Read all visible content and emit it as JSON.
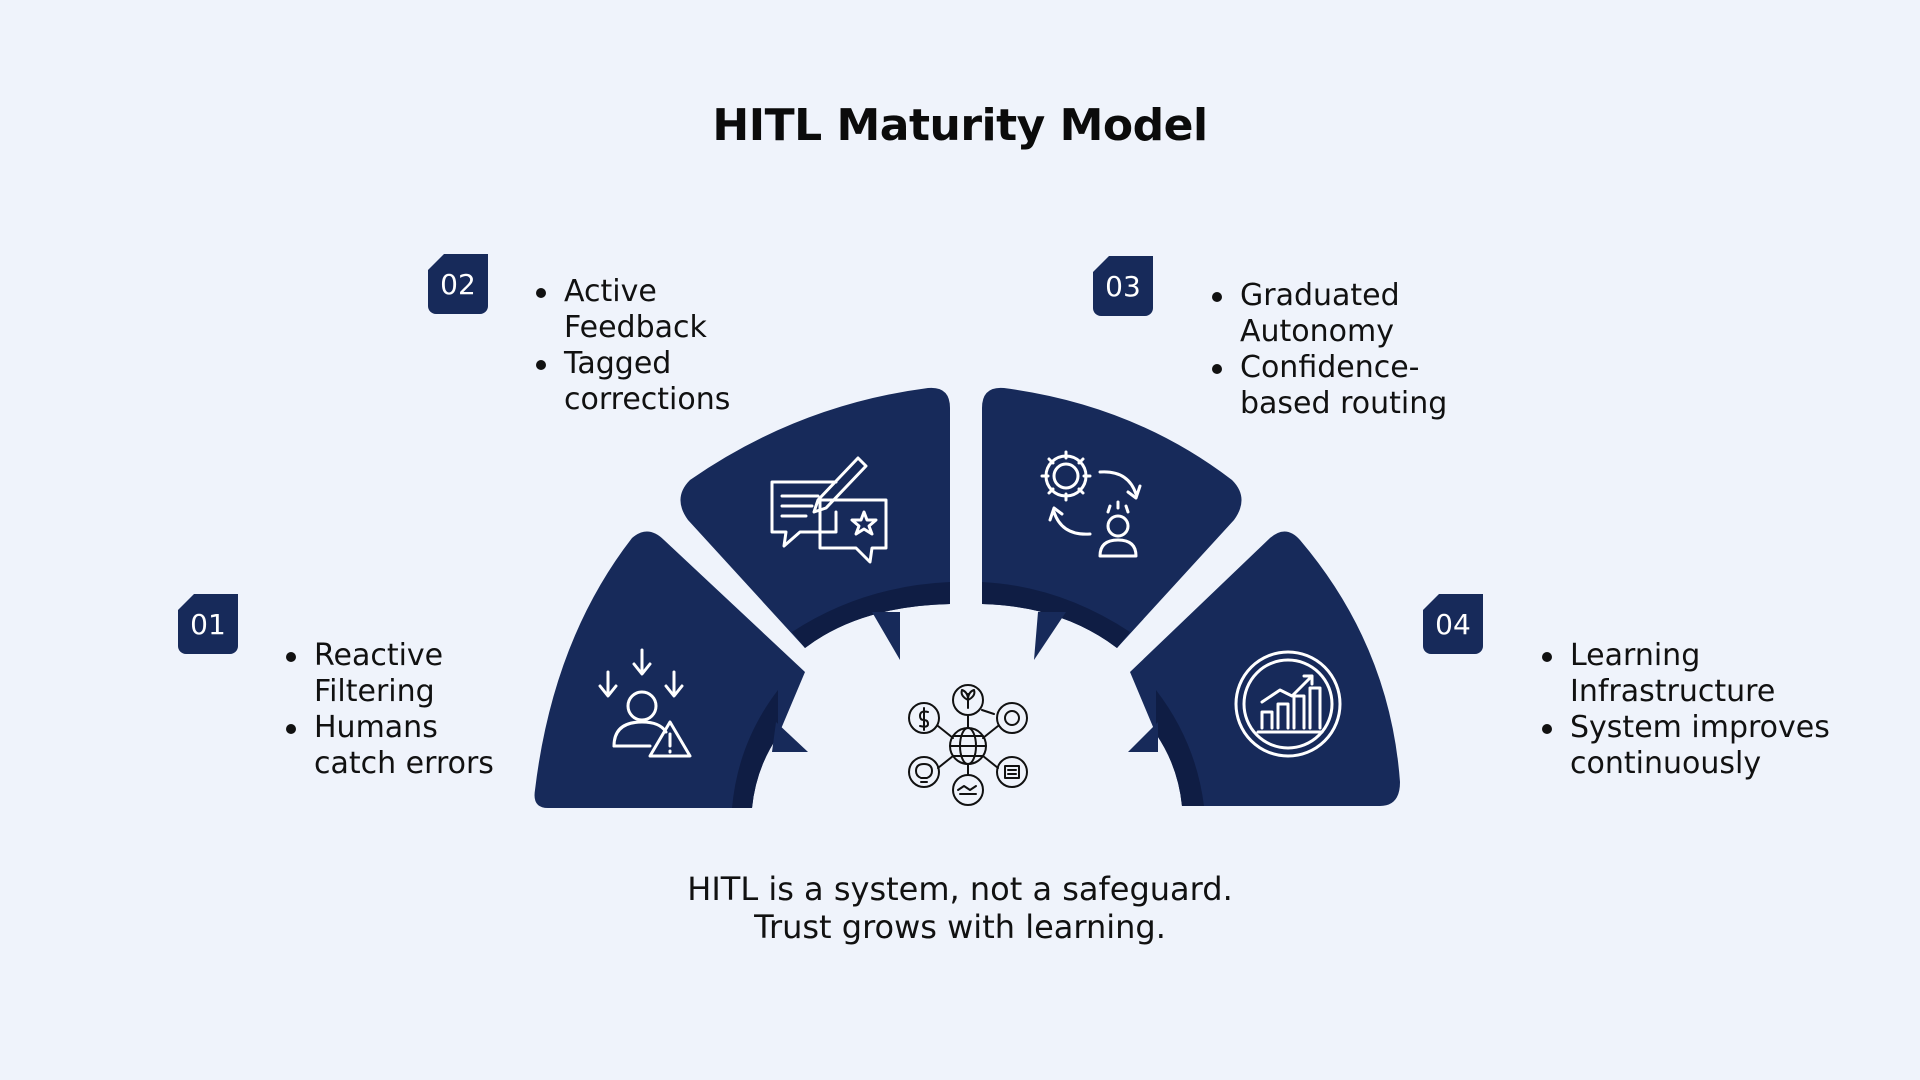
{
  "title": "HITL Maturity Model",
  "colors": {
    "background": "#eff3fb",
    "segment": "#172a5a",
    "segment_dark": "#0f1d44",
    "icon_stroke": "#ffffff"
  },
  "stages": [
    {
      "number": "01",
      "icon": "user-with-down-arrows-and-warning-icon",
      "bullets": [
        "Reactive Filtering",
        "Humans catch errors"
      ],
      "lines": [
        [
          "Reactive",
          "Filtering"
        ],
        [
          "Humans",
          "catch errors"
        ]
      ]
    },
    {
      "number": "02",
      "icon": "chat-feedback-with-pen-and-star-icon",
      "bullets": [
        "Active Feedback",
        "Tagged corrections"
      ],
      "lines": [
        [
          "Active",
          "Feedback"
        ],
        [
          "Tagged",
          "corrections"
        ]
      ]
    },
    {
      "number": "03",
      "icon": "gear-cycle-person-stars-icon",
      "bullets": [
        "Graduated Autonomy",
        "Confidence-based routing"
      ],
      "lines": [
        [
          "Graduated",
          "Autonomy"
        ],
        [
          "Confidence-",
          "based routing"
        ]
      ]
    },
    {
      "number": "04",
      "icon": "growth-chart-cycle-icon",
      "bullets": [
        "Learning Infrastructure",
        "System improves continuously"
      ],
      "lines": [
        [
          "Learning",
          "Infrastructure"
        ],
        [
          "System improves",
          "continuously"
        ]
      ]
    }
  ],
  "center_icon": "globe-with-business-icons",
  "tagline": {
    "line1": "HITL is a system, not a safeguard.",
    "line2": "Trust grows with learning."
  }
}
